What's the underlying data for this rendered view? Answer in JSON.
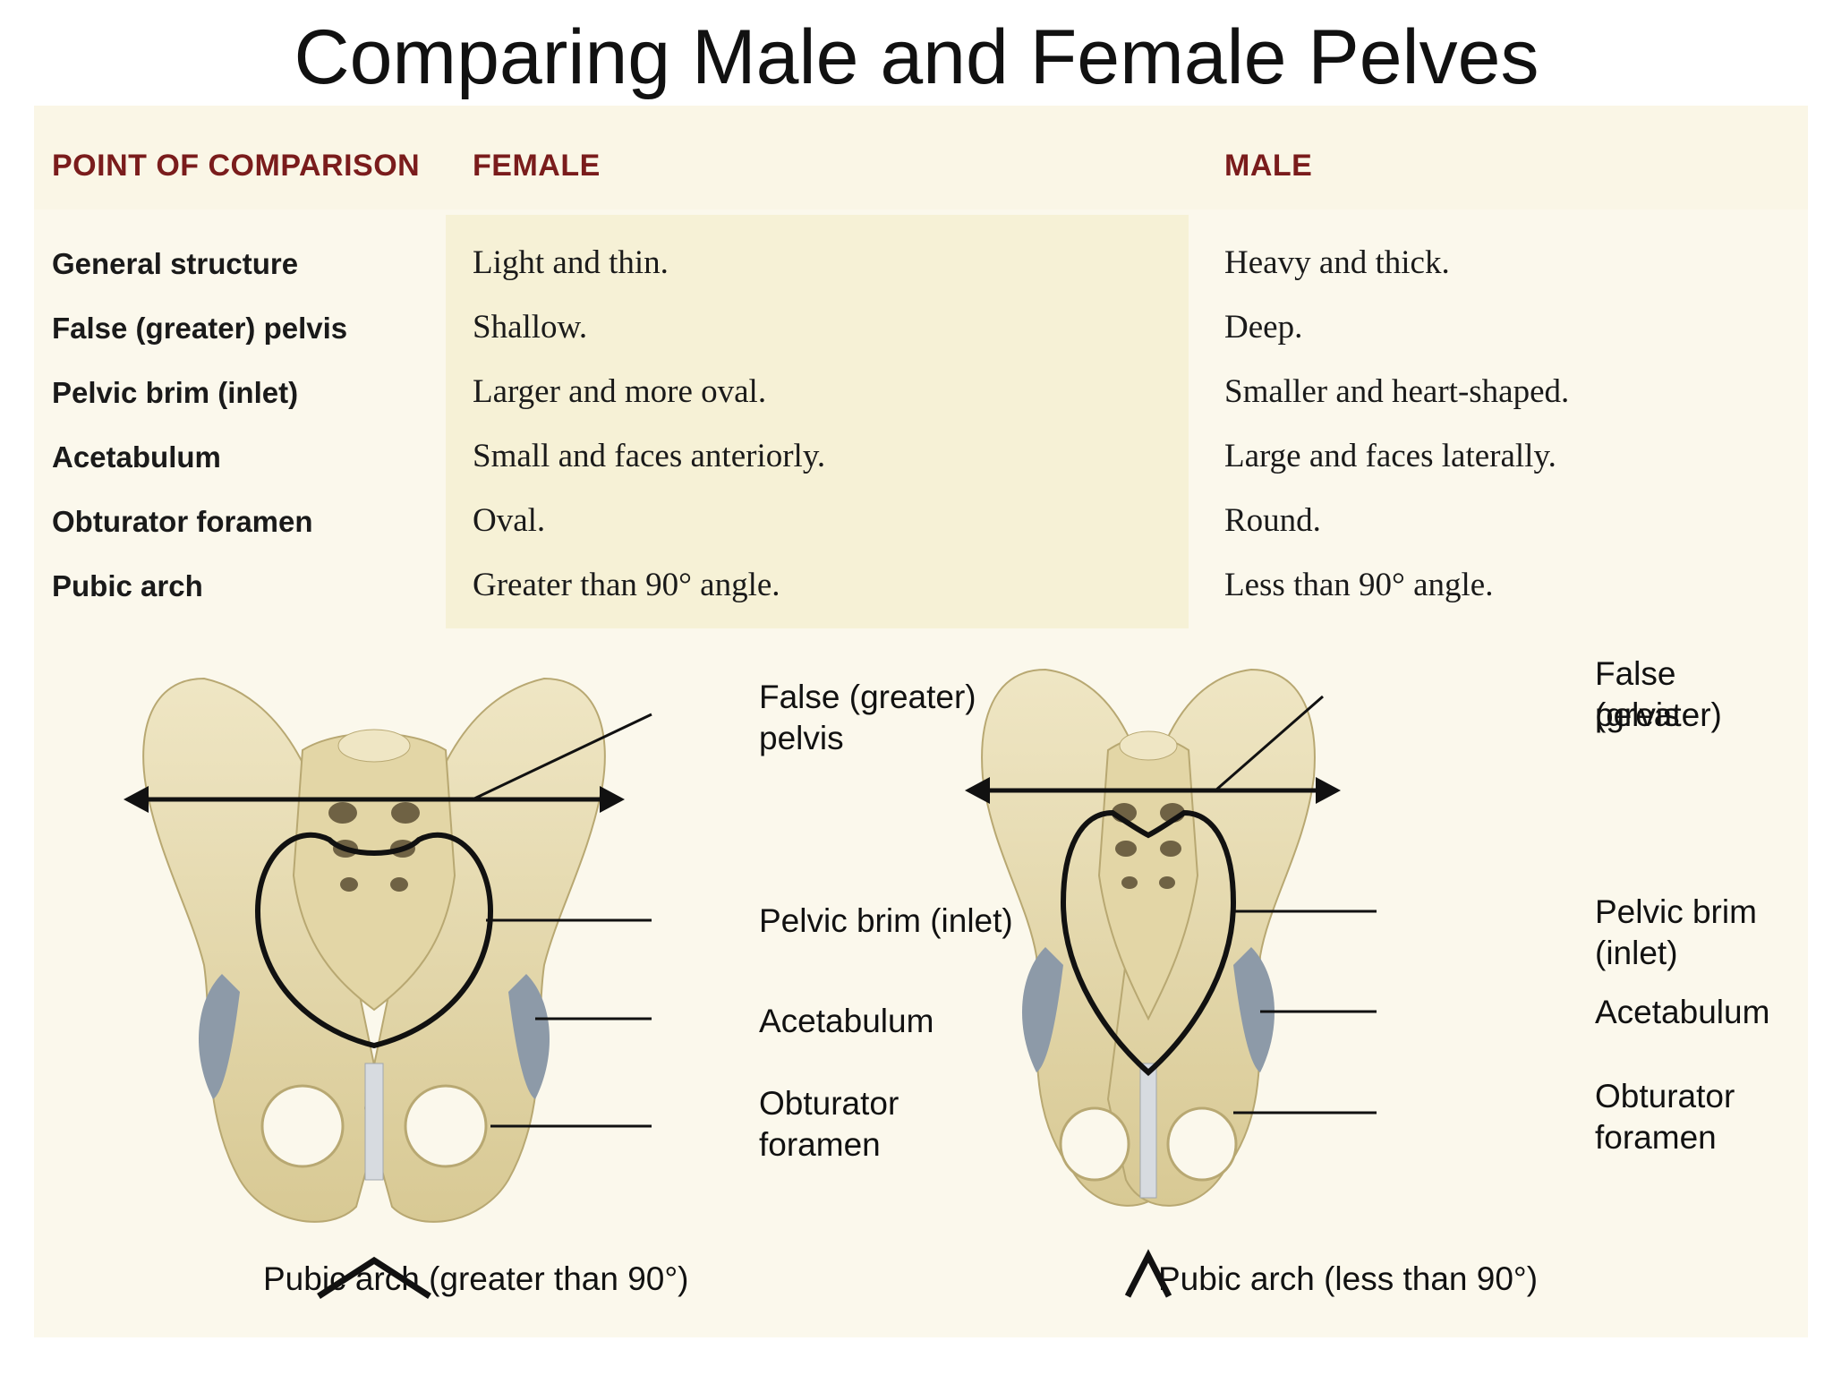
{
  "title": "Comparing Male and Female Pelves",
  "table": {
    "headers": [
      "POINT OF COMPARISON",
      "FEMALE",
      "MALE"
    ],
    "rows": [
      {
        "point": "General structure",
        "female": "Light and thin.",
        "male": "Heavy and thick."
      },
      {
        "point": "False (greater) pelvis",
        "female": "Shallow.",
        "male": "Deep."
      },
      {
        "point": "Pelvic brim (inlet)",
        "female": "Larger and more oval.",
        "male": "Smaller and heart-shaped."
      },
      {
        "point": "Acetabulum",
        "female": "Small and faces anteriorly.",
        "male": "Large and faces laterally."
      },
      {
        "point": "Obturator foramen",
        "female": "Oval.",
        "male": "Round."
      },
      {
        "point": "Pubic arch",
        "female": "Greater than 90° angle.",
        "male": "Less than 90° angle."
      }
    ]
  },
  "female_figure": {
    "labels": {
      "false_pelvis_1": "False (greater)",
      "false_pelvis_2": "pelvis",
      "pelvic_brim": "Pelvic brim (inlet)",
      "acetabulum": "Acetabulum",
      "obturator_1": "Obturator",
      "obturator_2": "foramen"
    },
    "caption": "Pubic arch (greater than 90°)"
  },
  "male_figure": {
    "labels": {
      "false_pelvis_1": "False (greater)",
      "false_pelvis_2": "pelvis",
      "pelvic_brim": "Pelvic brim (inlet)",
      "acetabulum": "Acetabulum",
      "obturator_1": "Obturator",
      "obturator_2": "foramen"
    },
    "caption": "Pubic arch (less than 90°)"
  },
  "colors": {
    "bone": "#e6dcb4",
    "bone_shadow": "#c9bb8a",
    "cartilage": "#8d9aa8",
    "header_text": "#7a1c1c"
  }
}
